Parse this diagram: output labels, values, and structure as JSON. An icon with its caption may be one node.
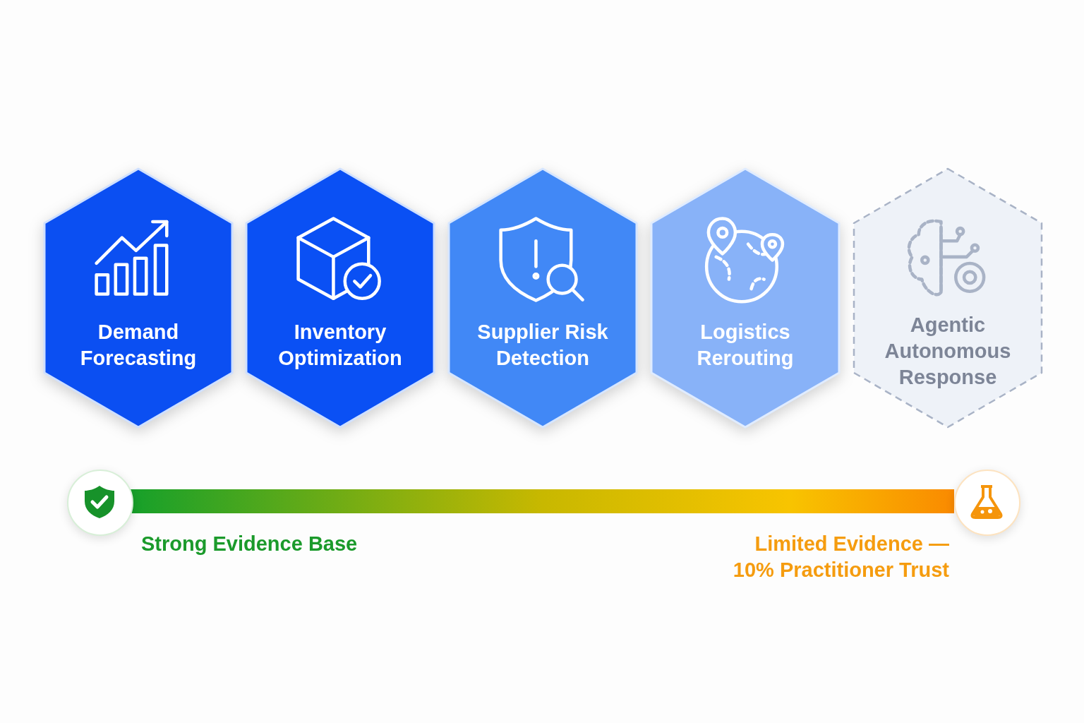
{
  "diagram": {
    "nodes": [
      {
        "text": [
          "Demand Forecasting"
        ]
      },
      {
        "text": [
          "Inventory Optimization"
        ]
      },
      {
        "text": [
          "Supplier Risk Detection"
        ]
      },
      {
        "text": [
          "Logistics Rerouting"
        ]
      },
      {
        "text": [
          "Agentic Autonomous Response"
        ]
      },
      {
        "text": [],
        "shape": "circle",
        "beside": [
          "Strong Evidence Base"
        ]
      },
      {
        "text": [],
        "shape": "circle",
        "beside": [
          "Limited Evidence — 10% Practitioner Trust"
        ]
      }
    ],
    "edges": [
      {
        "from": 5,
        "to": 6,
        "arrow": "none",
        "style": "thick"
      }
    ]
  }
}
